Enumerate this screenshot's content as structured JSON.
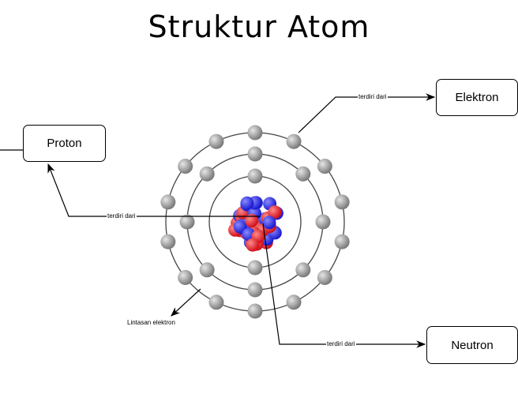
{
  "title": "Struktur Atom",
  "boxes": {
    "proton": "Proton",
    "elektron": "Elektron",
    "neutron": "Neutron"
  },
  "labels": {
    "proton_link": "terdiri dari",
    "elektron_link": "terdiri dari",
    "neutron_link": "terdiri dari",
    "orbit": "Lintasan elektron"
  },
  "colors": {
    "proton": "#e8202a",
    "neutron": "#2a2ae8",
    "electron": "#9a9a9a"
  }
}
